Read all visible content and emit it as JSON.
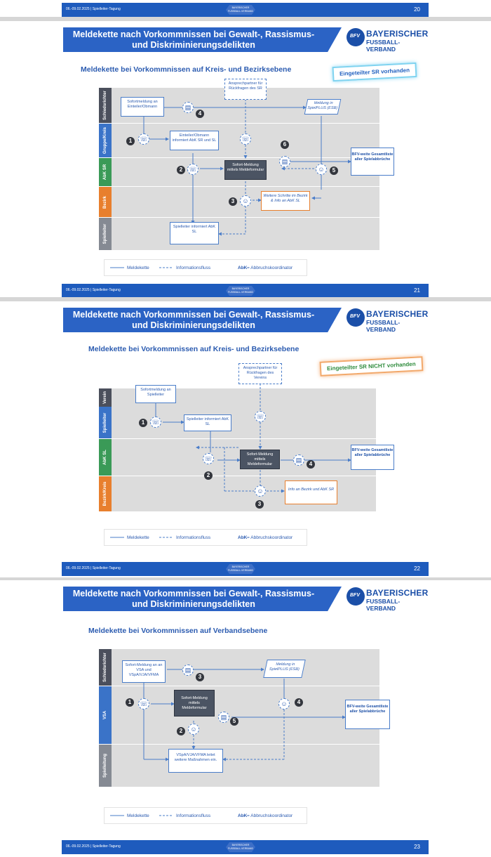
{
  "slide_top": {
    "footer_date": "06.-09.02.2025 | Spielleiter-Tagung",
    "page": "20",
    "logo_text": "BAYERISCHER FUSSBALL-VERBAND"
  },
  "common": {
    "title_line1": "Meldekette nach Vorkommnissen bei Gewalt-, Rassismus-",
    "title_line2": "und Diskriminierungsdelikten",
    "logo_line1": "BAYERISCHER",
    "logo_line2": "FUSSBALL-VERBAND",
    "logo_circle": "BFV",
    "footer_date": "06.-09.02.2025 | Spielleiter-Tagung",
    "footer_logo": "BAYERISCHER FUSSBALL-VERBAND",
    "legend_melde": "Meldekette",
    "legend_info": "Informationsfluss",
    "legend_abk_key": "AbK",
    "legend_abk_val": " = Abbruchskoordinator"
  },
  "slide21": {
    "subtitle": "Meldekette bei Vorkommnissen auf Kreis- und Bezirksebene",
    "badge": "Eingeteilter SR vorhanden",
    "page": "21",
    "lanes": [
      "Schiedsrichter",
      "Gruppe/Kreis",
      "AbK SR",
      "Bezirk",
      "Spielleiter"
    ],
    "box_ansprech": "Ansprechpartner für Rückfragen des SR",
    "box_sofort": "Sofortmeldung an Einteiler/Obmann",
    "box_meldung": "Meldung in SpielPLUS (ESB)",
    "box_einteiler": "Einteiler/Obmann informiert AbK SR und SL",
    "box_formular": "Sofort-Meldung mittels Meldeformular",
    "box_bfv": "BFV-weite Gesamtliste aller Spielabbrüche",
    "box_bezirk": "Weitere Schritte im Bezirk & Info an AbK SL",
    "box_spielleiter": "Spielleiter informiert AbK SL",
    "nums": [
      "1",
      "2",
      "3",
      "4",
      "5",
      "6"
    ]
  },
  "slide22": {
    "subtitle": "Meldekette bei Vorkommnissen auf Kreis- und Bezirksebene",
    "badge": "Eingeteilter SR NICHT vorhanden",
    "page": "22",
    "lanes": [
      "Verein",
      "Spielleiter",
      "AbK SL",
      "Bezirk/Kreis"
    ],
    "box_ansprech": "Ansprechpartner für Rückfragen des Vereins",
    "box_sofort": "Sofortmeldung an Spielleiter",
    "box_spielleiter": "Spielleiter informiert AbK SL",
    "box_formular": "Sofort-Meldung mittels Meldeformular",
    "box_bfv": "BFV-weite Gesamtliste aller Spielabbrüche",
    "box_bezirk": "Info an Bezirk und AbK SR",
    "nums": [
      "1",
      "2",
      "3",
      "4"
    ]
  },
  "slide23": {
    "subtitle": "Meldekette bei Vorkommnissen auf Verbandsebene",
    "page": "23",
    "lanes": [
      "Schiedsrichter",
      "VSA",
      "Spielleitung"
    ],
    "box_sofort": "Sofort-Meldung an an VSA und VSpA/VJA/VFMA",
    "box_meldung": "Meldung in SpielPLUS (ESB)",
    "box_formular": "Sofort-Meldung mittels Meldeformular",
    "box_bfv": "BFV-weite Gesamtliste aller Spielabbrüche",
    "box_vspa": "VSpA/VJA/VFMA leitet weitere Maßnahmen ein.",
    "nums": [
      "1",
      "2",
      "3",
      "4",
      "5"
    ]
  }
}
